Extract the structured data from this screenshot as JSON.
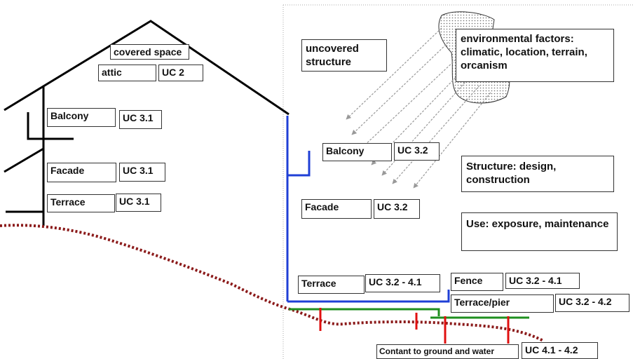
{
  "covered": {
    "covered_space": "covered space",
    "attic": "attic",
    "attic_uc": "UC 2",
    "balcony": "Balcony",
    "balcony_uc": "UC 3.1",
    "facade": "Facade",
    "facade_uc": "UC 3.1",
    "terrace": "Terrace",
    "terrace_uc": "UC 3.1"
  },
  "uncovered": {
    "structure_label": "uncovered structure",
    "balcony": "Balcony",
    "balcony_uc": "UC 3.2",
    "facade": "Facade",
    "facade_uc": "UC 3.2",
    "terrace": "Terrace",
    "terrace_uc": "UC 3.2 - 4.1",
    "fence": "Fence",
    "fence_uc": "UC 3.2 - 4.1",
    "pier": "Terrace/pier",
    "pier_uc": "UC 3.2 - 4.2",
    "ground_contact": "Contant to ground and water",
    "ground_uc": "UC 4.1 - 4.2"
  },
  "factors": {
    "environmental": "environmental factors: climatic, location, terrain, orcanism",
    "structure": "Structure: design, construction",
    "use": "Use: exposure, maintenance"
  },
  "colors": {
    "house": "#000000",
    "uncovered_structure": "#1f3fd6",
    "ground_line": "#8b1a1a",
    "terrace_pier": "#1f8f1f",
    "posts": "#e01010",
    "rain_arrows": "#aaaaaa",
    "cloud_dots": "#6e6e6e"
  }
}
